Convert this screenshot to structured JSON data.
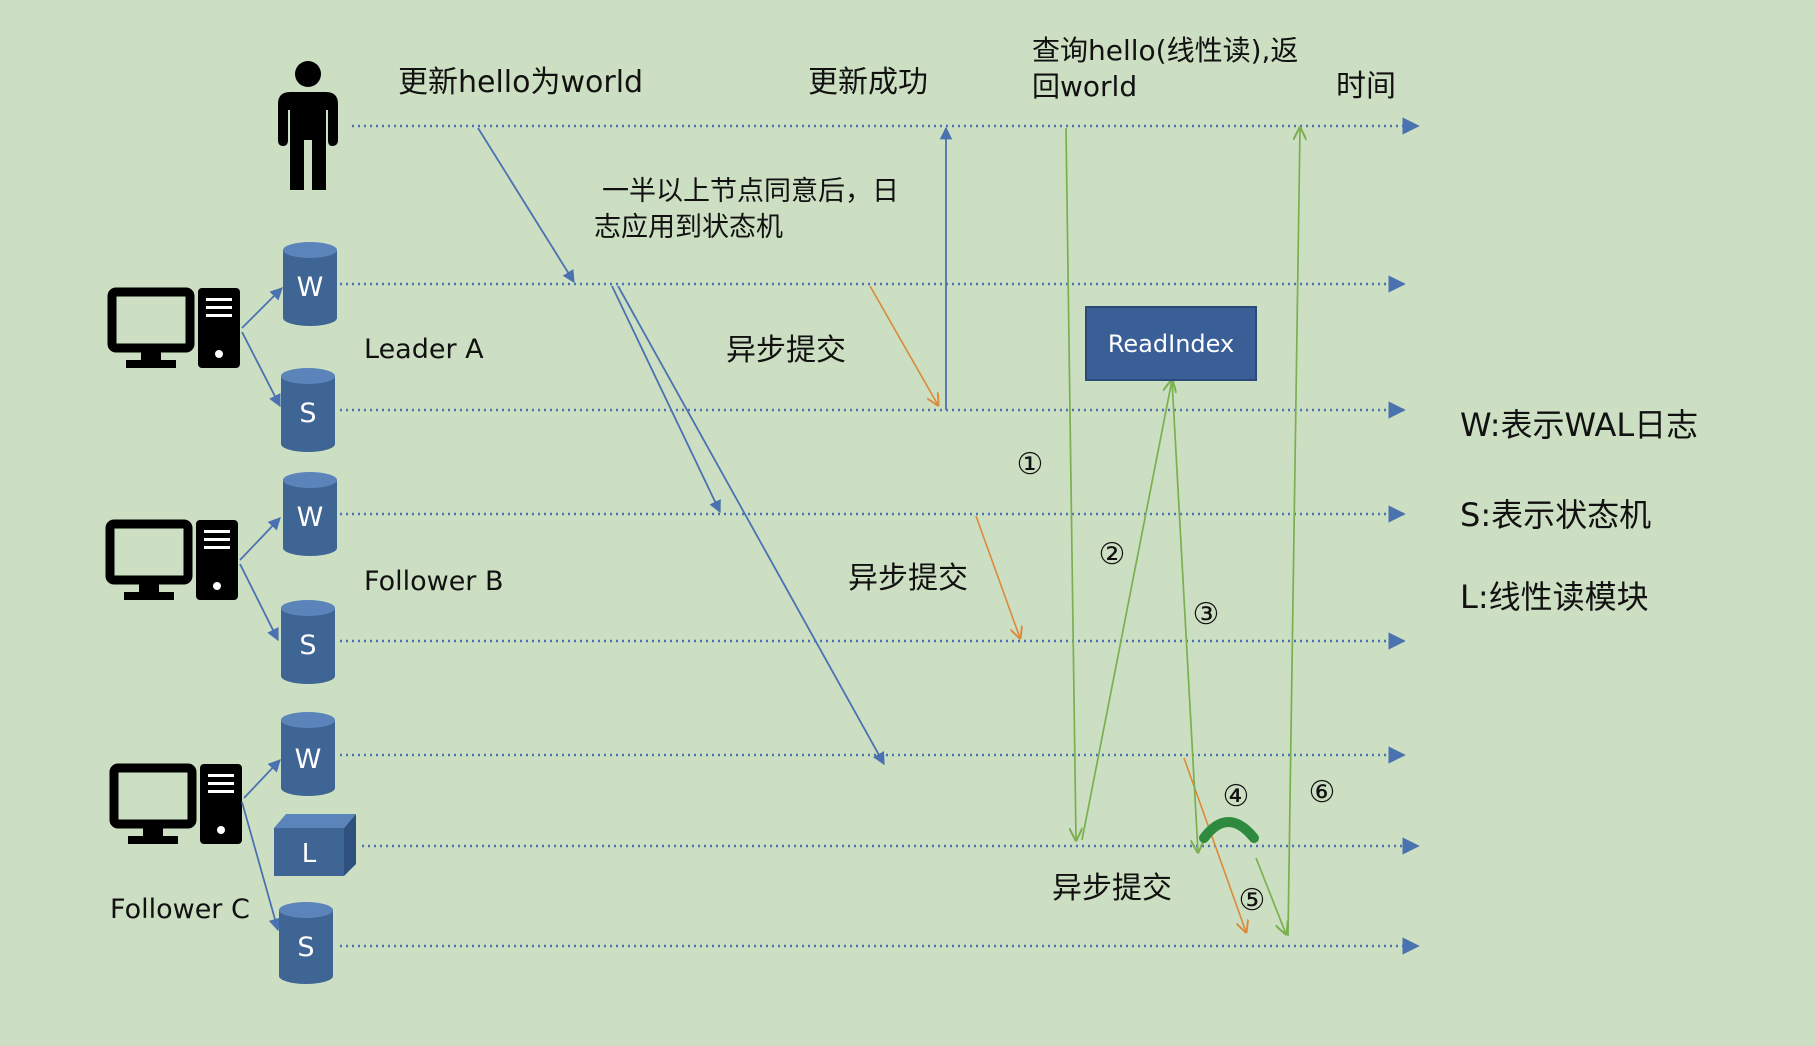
{
  "texts": {
    "update_request": "更新hello为world",
    "update_success": "更新成功",
    "query_line1": "查询hello(线性读),返",
    "query_line2": "回world",
    "time": "时间",
    "majority_line1": "一半以上节点同意后，日",
    "majority_line2": "志应用到状态机",
    "async_commit_a": "异步提交",
    "async_commit_b": "异步提交",
    "async_commit_c": "异步提交",
    "leader_a": "Leader A",
    "follower_b": "Follower B",
    "follower_c": "Follower C",
    "readindex": "ReadIndex",
    "legend_w": "W:表示WAL日志",
    "legend_s": "S:表示状态机",
    "legend_l": "L:线性读模块"
  },
  "storage_labels": {
    "wal": "W",
    "state_machine": "S",
    "linear_read": "L"
  },
  "steps": [
    "①",
    "②",
    "③",
    "④",
    "⑤",
    "⑥"
  ],
  "colors": {
    "background": "#cddfc2",
    "timeline": "#4a72b0",
    "cylinder": "#3f6595",
    "readindex_box": "#3a5f96",
    "write_flow": "#4a72b0",
    "async_commit": "#d98a3a",
    "read_flow": "#7ab050",
    "ack_icon": "#2e8a3e",
    "text": "#111111"
  }
}
